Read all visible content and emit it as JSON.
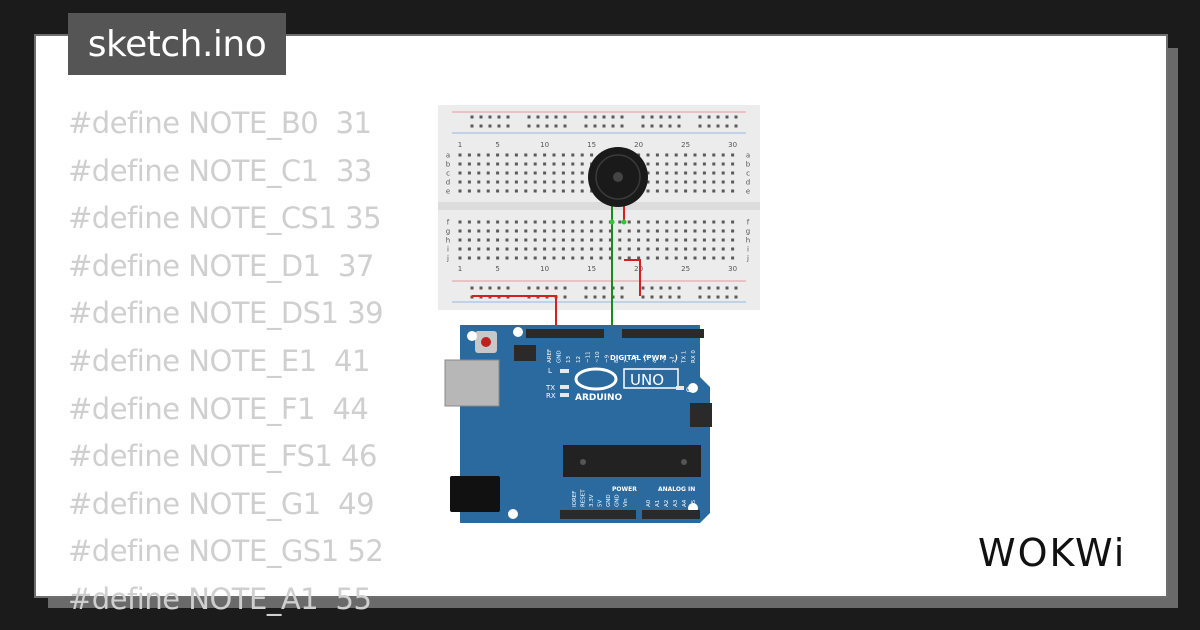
{
  "file_tab": {
    "label": "sketch.ino"
  },
  "code_lines": [
    "#define NOTE_B0  31",
    "#define NOTE_C1  33",
    "#define NOTE_CS1 35",
    "#define NOTE_D1  37",
    "#define NOTE_DS1 39",
    "#define NOTE_E1  41",
    "#define NOTE_F1  44",
    "#define NOTE_FS1 46",
    "#define NOTE_G1  49",
    "#define NOTE_GS1 52",
    "#define NOTE_A1  55"
  ],
  "breadboard": {
    "column_labels": [
      "1",
      "5",
      "10",
      "15",
      "20",
      "25",
      "30"
    ],
    "row_labels_top": [
      "a",
      "b",
      "c",
      "d",
      "e"
    ],
    "row_labels_bottom": [
      "f",
      "g",
      "h",
      "i",
      "j"
    ]
  },
  "arduino": {
    "brand": "ARDUINO",
    "model": "UNO",
    "digital_header": "DIGITAL (PWM ~)",
    "on_label": "ON",
    "l_label": "L",
    "tx_label": "TX",
    "rx_label": "RX",
    "power_label": "POWER",
    "analog_label": "ANALOG IN",
    "top_pins": [
      "AREF",
      "GND",
      "13",
      "12",
      "~11",
      "~10",
      "~9",
      "8",
      "7",
      "~6",
      "~5",
      "4",
      "~3",
      "2",
      "TX 1",
      "RX 0"
    ],
    "power_pins": [
      "IOREF",
      "RESET",
      "3.3V",
      "5V",
      "GND",
      "GND",
      "Vin"
    ],
    "analog_pins": [
      "A0",
      "A1",
      "A2",
      "A3",
      "A4",
      "A5"
    ]
  },
  "brand_logo": {
    "text": "WOKWi"
  },
  "colors": {
    "background": "#1b1b1b",
    "card": "#ffffff",
    "tab": "#555555",
    "code_text": "#cfcfcf",
    "board_blue": "#2b6a9e",
    "wire_red": "#d42020",
    "wire_green": "#1a8a1a"
  }
}
